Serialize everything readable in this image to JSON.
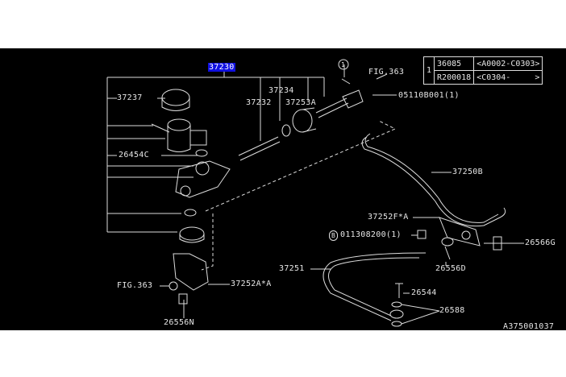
{
  "diagram": {
    "assembly_label": "37230",
    "labels": {
      "cap": "37237",
      "seal": "37234",
      "piston": "37232",
      "boot": "37253A",
      "grommet": "26454C",
      "fig_ref_top": "FIG.363",
      "pin": "05110B001(1)",
      "pipe": "37250B",
      "bracket_f": "37252F*A",
      "bolt_b": "011308200(1)",
      "bolt_b_marker": "B",
      "clip_g": "26566G",
      "hose": "37251",
      "clip_d": "26556D",
      "union_bolt": "26544",
      "washer": "26588",
      "fig_ref_bottom": "FIG.363",
      "bracket_a": "37252A*A",
      "clip_n": "26556N",
      "drawing_id": "A375001037",
      "callout": "1"
    },
    "table": {
      "marker": "1",
      "rows": [
        {
          "part": "36085",
          "range": "<A0002-C0303>"
        },
        {
          "part": "R200018",
          "range": "<C0304-     >"
        }
      ]
    }
  }
}
